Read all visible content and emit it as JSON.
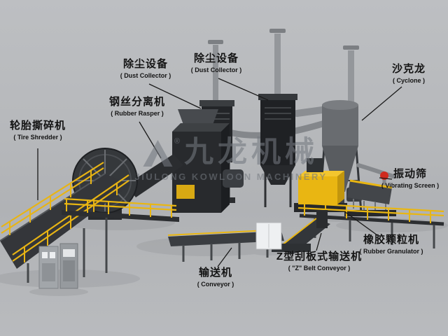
{
  "scene": {
    "description": "Tire recycling production line 3D render with callout labels",
    "colors": {
      "background": "#b6b8bb",
      "machine_dark": "#2b2d30",
      "accent_yellow": "#e9b612",
      "pipe_gray": "#909499",
      "red_indicator": "#cf2a1e",
      "label_text": "#141414"
    }
  },
  "watermark": {
    "registered": "®",
    "brand_cn": "九龙机械",
    "brand_en": "JIULONG  KOWLOON  MACHINERY"
  },
  "labels": [
    {
      "id": "tire-shredder",
      "cn": "轮胎撕碎机",
      "en": "( Tire Shredder )"
    },
    {
      "id": "rubber-rasper",
      "cn": "钢丝分离机",
      "en": "( Rubber Rasper )"
    },
    {
      "id": "dust-collector-1",
      "cn": "除尘设备",
      "en": "( Dust Collector )"
    },
    {
      "id": "dust-collector-2",
      "cn": "除尘设备",
      "en": "( Dust Collector )"
    },
    {
      "id": "cyclone",
      "cn": "沙克龙",
      "en": "( Cyclone )"
    },
    {
      "id": "vibrating-screen",
      "cn": "振动筛",
      "en": "( Vibrating Screen )"
    },
    {
      "id": "rubber-granulator",
      "cn": "橡胶颗粒机",
      "en": "( Rubber Granulator )"
    },
    {
      "id": "z-belt-conveyor",
      "cn": "Z型刮板式输送机",
      "en": "( \"Z\" Belt Conveyor )"
    },
    {
      "id": "conveyor",
      "cn": "输送机",
      "en": "( Conveyor )"
    }
  ]
}
